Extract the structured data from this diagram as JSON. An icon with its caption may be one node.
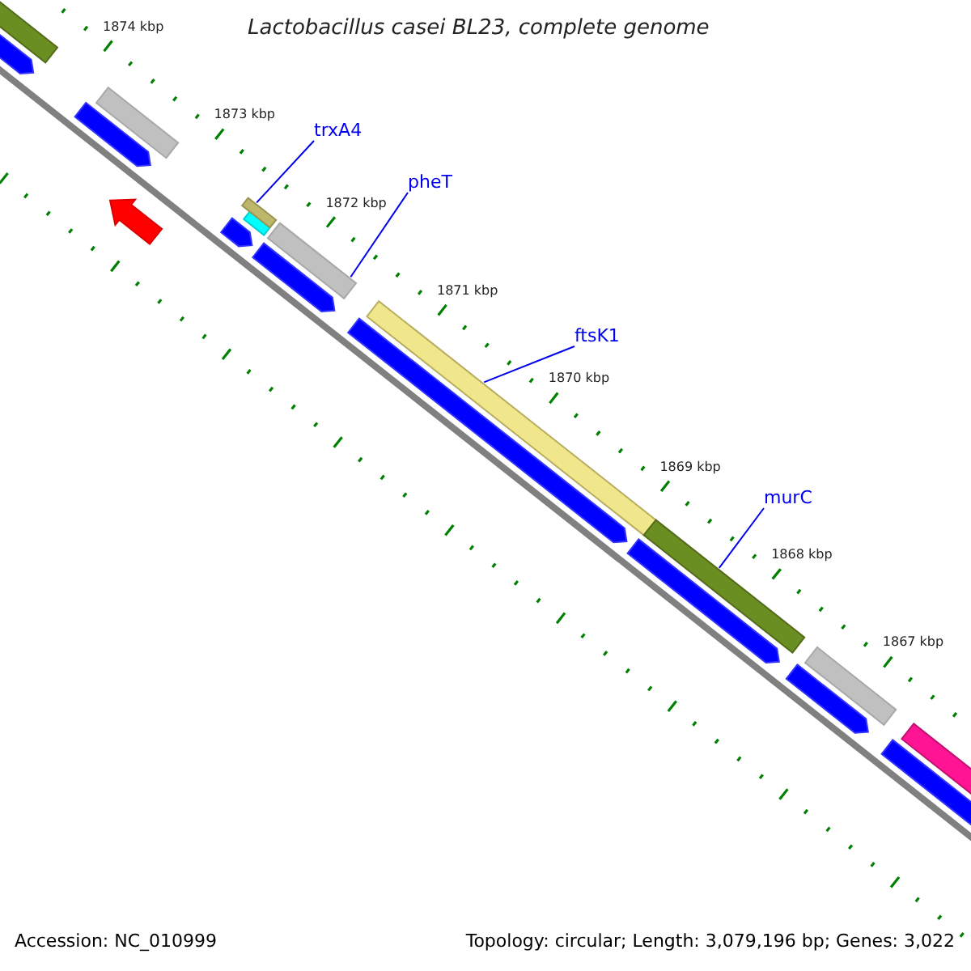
{
  "diagram": {
    "title": "Lactobacillus casei BL23, complete genome",
    "nodes": [
      {
        "text": [
          "trxA4"
        ]
      },
      {
        "text": [],
        "shape": "bar"
      },
      {
        "text": [
          "pheT"
        ]
      },
      {
        "text": [],
        "shape": "bar"
      },
      {
        "text": [
          "ftsK1"
        ]
      },
      {
        "text": [],
        "shape": "bar"
      },
      {
        "text": [
          "murC"
        ]
      },
      {
        "text": [],
        "shape": "bar"
      }
    ],
    "edges": [
      {
        "from": 0,
        "to": 1,
        "arrow": "none"
      },
      {
        "from": 2,
        "to": 3,
        "arrow": "none"
      },
      {
        "from": 4,
        "to": 5,
        "arrow": "none"
      },
      {
        "from": 6,
        "to": 7,
        "arrow": "none"
      }
    ],
    "labels": [
      "1874 kbp",
      "1873 kbp",
      "1872 kbp",
      "1871 kbp",
      "1870 kbp",
      "1869 kbp",
      "1868 kbp",
      "1867 kbp",
      "Accession: NC_010999",
      "Topology: circular; Length: 3,079,196 bp; Genes: 3,022"
    ]
  }
}
